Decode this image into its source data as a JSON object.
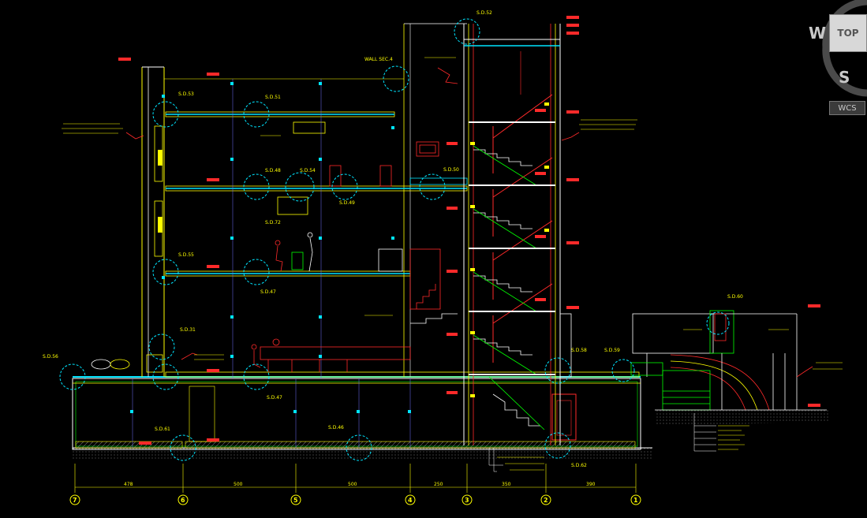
{
  "viewcube": {
    "top": "TOP",
    "west": "W",
    "south": "S",
    "wcs": "WCS"
  },
  "section_tags": [
    "S.D.52",
    "S.D.53",
    "S.D.51",
    "S.D.48",
    "S.D.54",
    "S.D.50",
    "S.D.49",
    "S.D.72",
    "S.D.55",
    "S.D.47",
    "S.D.31",
    "S.D.56",
    "S.D.47",
    "S.D.46",
    "S.D.61",
    "S.D.58",
    "S.D.59",
    "S.D.60",
    "S.D.62"
  ],
  "wall_tag": "WALL SEC.4",
  "grid_axes": [
    "7",
    "6",
    "5",
    "4",
    "3",
    "2",
    "1"
  ],
  "dimensions": [
    "478",
    "500",
    "500",
    "250",
    "350",
    "390"
  ],
  "colors": {
    "yellow": "#ffff00",
    "cyan": "#00e5ff",
    "red": "#ff2a2a",
    "green": "#00ff00",
    "white": "#ffffff",
    "grey": "#8a8a8a"
  }
}
